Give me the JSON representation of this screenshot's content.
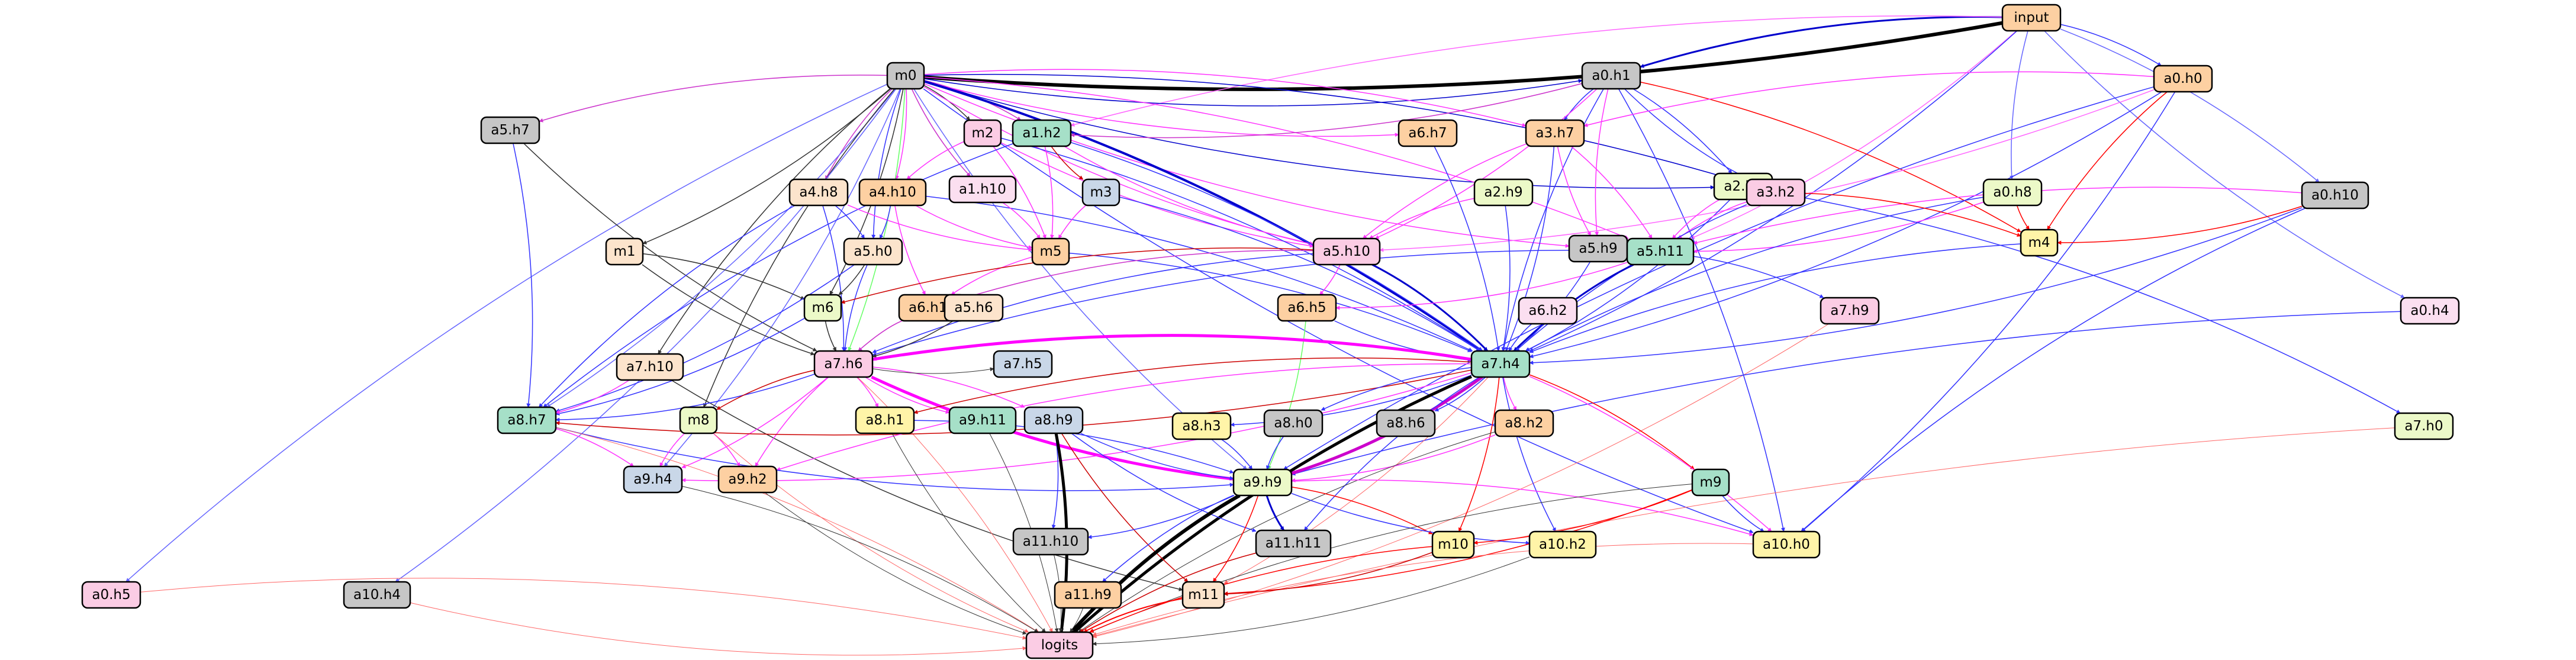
{
  "nodes": [
    {
      "id": "input",
      "label": "input",
      "fill": "#fdd0a2"
    },
    {
      "id": "m0",
      "label": "m0",
      "fill": "#c6c6c6"
    },
    {
      "id": "a0h1",
      "label": "a0.h1",
      "fill": "#c6c6c6"
    },
    {
      "id": "a0h0",
      "label": "a0.h0",
      "fill": "#fdd0a2"
    },
    {
      "id": "a5h7",
      "label": "a5.h7",
      "fill": "#c6c6c6"
    },
    {
      "id": "m2",
      "label": "m2",
      "fill": "#fbcce4"
    },
    {
      "id": "a1h2",
      "label": "a1.h2",
      "fill": "#a6e0c8"
    },
    {
      "id": "a6h7",
      "label": "a6.h7",
      "fill": "#fdd0a2"
    },
    {
      "id": "a3h7",
      "label": "a3.h7",
      "fill": "#fdd0a2"
    },
    {
      "id": "a2h8",
      "label": "a2.h8",
      "fill": "#ecf9c8"
    },
    {
      "id": "a0h8",
      "label": "a0.h8",
      "fill": "#ecf9c8"
    },
    {
      "id": "a0h10",
      "label": "a0.h10",
      "fill": "#c6c6c6"
    },
    {
      "id": "a4h8",
      "label": "a4.h8",
      "fill": "#fce4cc"
    },
    {
      "id": "a4h10",
      "label": "a4.h10",
      "fill": "#fdd0a2"
    },
    {
      "id": "a1h10",
      "label": "a1.h10",
      "fill": "#fbdff0"
    },
    {
      "id": "m3",
      "label": "m3",
      "fill": "#c9d7e8"
    },
    {
      "id": "a2h9",
      "label": "a2.h9",
      "fill": "#ecf9c8"
    },
    {
      "id": "a3h2",
      "label": "a3.h2",
      "fill": "#fbcce4"
    },
    {
      "id": "m4",
      "label": "m4",
      "fill": "#fff4a8"
    },
    {
      "id": "m1",
      "label": "m1",
      "fill": "#fce4cc"
    },
    {
      "id": "a5h0",
      "label": "a5.h0",
      "fill": "#fce4cc"
    },
    {
      "id": "m5",
      "label": "m5",
      "fill": "#fdd0a2"
    },
    {
      "id": "a5h10",
      "label": "a5.h10",
      "fill": "#fbcce4"
    },
    {
      "id": "a5h9",
      "label": "a5.h9",
      "fill": "#c6c6c6"
    },
    {
      "id": "a5h11",
      "label": "a5.h11",
      "fill": "#a6e0c8"
    },
    {
      "id": "m6",
      "label": "m6",
      "fill": "#ecf9c8"
    },
    {
      "id": "a6h10",
      "label": "a6.h10",
      "fill": "#fdd0a2"
    },
    {
      "id": "a5h6",
      "label": "a5.h6",
      "fill": "#fce4cc"
    },
    {
      "id": "a6h5",
      "label": "a6.h5",
      "fill": "#fdd0a2"
    },
    {
      "id": "a6h2",
      "label": "a6.h2",
      "fill": "#fbdff0"
    },
    {
      "id": "a7h9",
      "label": "a7.h9",
      "fill": "#fbcce4"
    },
    {
      "id": "a0h4",
      "label": "a0.h4",
      "fill": "#fbdff0"
    },
    {
      "id": "a7h10",
      "label": "a7.h10",
      "fill": "#fce4cc"
    },
    {
      "id": "a7h6",
      "label": "a7.h6",
      "fill": "#fbcce4"
    },
    {
      "id": "a7h5",
      "label": "a7.h5",
      "fill": "#c9d7e8"
    },
    {
      "id": "a7h4",
      "label": "a7.h4",
      "fill": "#a6e0c8"
    },
    {
      "id": "a7h0",
      "label": "a7.h0",
      "fill": "#ecf9c8"
    },
    {
      "id": "a8h7",
      "label": "a8.h7",
      "fill": "#a6e0c8"
    },
    {
      "id": "m8",
      "label": "m8",
      "fill": "#ecf9c8"
    },
    {
      "id": "a8h1",
      "label": "a8.h1",
      "fill": "#fff4a8"
    },
    {
      "id": "a9h11",
      "label": "a9.h11",
      "fill": "#a6e0c8"
    },
    {
      "id": "a8h9",
      "label": "a8.h9",
      "fill": "#c9d7e8"
    },
    {
      "id": "a8h3",
      "label": "a8.h3",
      "fill": "#fff4a8"
    },
    {
      "id": "a8h0",
      "label": "a8.h0",
      "fill": "#c6c6c6"
    },
    {
      "id": "a8h6",
      "label": "a8.h6",
      "fill": "#c6c6c6"
    },
    {
      "id": "a8h2",
      "label": "a8.h2",
      "fill": "#fdd0a2"
    },
    {
      "id": "a9h4",
      "label": "a9.h4",
      "fill": "#c9d7e8"
    },
    {
      "id": "a9h2",
      "label": "a9.h2",
      "fill": "#fdd0a2"
    },
    {
      "id": "a9h9",
      "label": "a9.h9",
      "fill": "#ecf9c8"
    },
    {
      "id": "m9",
      "label": "m9",
      "fill": "#a6e0c8"
    },
    {
      "id": "a11h10",
      "label": "a11.h10",
      "fill": "#c6c6c6"
    },
    {
      "id": "a11h11",
      "label": "a11.h11",
      "fill": "#c6c6c6"
    },
    {
      "id": "m10",
      "label": "m10",
      "fill": "#fff4a8"
    },
    {
      "id": "a10h2",
      "label": "a10.h2",
      "fill": "#fff4a8"
    },
    {
      "id": "a10h0",
      "label": "a10.h0",
      "fill": "#fff4a8"
    },
    {
      "id": "a0h5",
      "label": "a0.h5",
      "fill": "#fbcce4"
    },
    {
      "id": "a10h4",
      "label": "a10.h4",
      "fill": "#c6c6c6"
    },
    {
      "id": "a11h9",
      "label": "a11.h9",
      "fill": "#fdd0a2"
    },
    {
      "id": "m11",
      "label": "m11",
      "fill": "#fce4cc"
    },
    {
      "id": "logits",
      "label": "logits",
      "fill": "#fbcce4"
    }
  ],
  "edges": [
    [
      "input",
      "m0",
      "#000000",
      6
    ],
    [
      "input",
      "a0h1",
      "#0000cc",
      3
    ],
    [
      "input",
      "a0h0",
      "#3333ff",
      1.5
    ],
    [
      "input",
      "a0h8",
      "#6666ff",
      1.5
    ],
    [
      "input",
      "a0h10",
      "#6666ff",
      1.5
    ],
    [
      "input",
      "a0h4",
      "#6666ff",
      1.5
    ],
    [
      "input",
      "a5h11",
      "#ff66ff",
      1.5
    ],
    [
      "input",
      "a1h2",
      "#ff66ff",
      1.5
    ],
    [
      "input",
      "a7h4",
      "#3333ff",
      1.5
    ],
    [
      "m0",
      "a0h1",
      "#0000cc",
      1.5
    ],
    [
      "m0",
      "m2",
      "#333333",
      1.5
    ],
    [
      "m0",
      "a5h7",
      "#cc33cc",
      1.5
    ],
    [
      "m0",
      "a1h2",
      "#cc33cc",
      1.5
    ],
    [
      "m0",
      "a6h7",
      "#ff33ff",
      1.5
    ],
    [
      "m0",
      "a3h7",
      "#ff33ff",
      1.5
    ],
    [
      "m0",
      "a2h8",
      "#0000cc",
      1.5
    ],
    [
      "m0",
      "a3h2",
      "#0000cc",
      1.5
    ],
    [
      "m0",
      "a4h8",
      "#cc33cc",
      1.5
    ],
    [
      "m0",
      "a4h10",
      "#ff33ff",
      1.5
    ],
    [
      "m0",
      "a1h10",
      "#cc33cc",
      1.5
    ],
    [
      "m0",
      "m1",
      "#333333",
      1.5
    ],
    [
      "m0",
      "a5h0",
      "#3333ff",
      1.5
    ],
    [
      "m0",
      "m6",
      "#333333",
      1.5
    ],
    [
      "m0",
      "a5h9",
      "#ff33ff",
      1.5
    ],
    [
      "m0",
      "a5h11",
      "#ff33ff",
      1.5
    ],
    [
      "m0",
      "a5h10",
      "#ff33ff",
      1.5
    ],
    [
      "m0",
      "a7h4",
      "#0000cc",
      4
    ],
    [
      "m0",
      "a7h10",
      "#333333",
      1.5
    ],
    [
      "m0",
      "a8h7",
      "#6666ff",
      1.5
    ],
    [
      "m0",
      "m8",
      "#333333",
      1.5
    ],
    [
      "m0",
      "a9h4",
      "#6666ff",
      1.5
    ],
    [
      "m0",
      "a0h5",
      "#6666ff",
      1.5
    ],
    [
      "m0",
      "a10h4",
      "#6666ff",
      1.5
    ],
    [
      "m0",
      "a10h0",
      "#3333ff",
      1.5
    ],
    [
      "m0",
      "a7h6",
      "#66ff66",
      1.5
    ],
    [
      "m0",
      "a9h9",
      "#6666ff",
      1.5
    ],
    [
      "a0h1",
      "a1h2",
      "#cc33cc",
      1.5
    ],
    [
      "a0h1",
      "a3h7",
      "#3333ff",
      1.5
    ],
    [
      "a0h1",
      "a2h8",
      "#3333ff",
      1.5
    ],
    [
      "a0h1",
      "a3h2",
      "#3333ff",
      1.5
    ],
    [
      "a0h1",
      "a5h10",
      "#ff33ff",
      1.5
    ],
    [
      "a0h1",
      "a5h9",
      "#ff33ff",
      1.5
    ],
    [
      "a0h1",
      "m4",
      "#ff0000",
      1.5
    ],
    [
      "a0h1",
      "a7h4",
      "#3333ff",
      1.5
    ],
    [
      "a0h1",
      "a10h0",
      "#3333ff",
      1.5
    ],
    [
      "a0h0",
      "a3h7",
      "#ff33ff",
      1.5
    ],
    [
      "a0h0",
      "a5h10",
      "#ff66ff",
      1.5
    ],
    [
      "a0h0",
      "m4",
      "#ff0000",
      1.5
    ],
    [
      "a0h0",
      "a7h4",
      "#3333ff",
      1.5
    ],
    [
      "a0h0",
      "a9h9",
      "#3333ff",
      1.5
    ],
    [
      "a0h0",
      "a10h0",
      "#3333ff",
      1.5
    ],
    [
      "a5h7",
      "a7h6",
      "#333333",
      1.5
    ],
    [
      "a5h7",
      "a8h7",
      "#3333ff",
      1.5
    ],
    [
      "m2",
      "a4h10",
      "#ff33ff",
      1.5
    ],
    [
      "m2",
      "m5",
      "#ff33ff",
      1.5
    ],
    [
      "m2",
      "a5h10",
      "#ff33ff",
      1.5
    ],
    [
      "m2",
      "a7h4",
      "#3333ff",
      1.5
    ],
    [
      "a1h2",
      "m3",
      "#cc0000",
      1.5
    ],
    [
      "a1h2",
      "m5",
      "#ff33ff",
      1.5
    ],
    [
      "a1h2",
      "a5h10",
      "#ff33ff",
      1.5
    ],
    [
      "a1h2",
      "a7h4",
      "#3333ff",
      1.5
    ],
    [
      "a1h2",
      "a8h7",
      "#3333ff",
      1.5
    ],
    [
      "a6h7",
      "a7h4",
      "#3333ff",
      1.5
    ],
    [
      "a3h7",
      "a5h9",
      "#ff33ff",
      1.5
    ],
    [
      "a3h7",
      "a5h11",
      "#ff33ff",
      1.5
    ],
    [
      "a3h7",
      "a5h10",
      "#ff33ff",
      1.5
    ],
    [
      "a3h7",
      "a7h4",
      "#3333ff",
      1.5
    ],
    [
      "a2h8",
      "a5h11",
      "#ff33ff",
      1.5
    ],
    [
      "a2h8",
      "a7h4",
      "#3333ff",
      1.5
    ],
    [
      "a0h8",
      "m4",
      "#ff0000",
      1.5
    ],
    [
      "a0h8",
      "a5h11",
      "#ff33ff",
      1.5
    ],
    [
      "a0h8",
      "a7h4",
      "#3333ff",
      1.5
    ],
    [
      "a0h10",
      "m4",
      "#ff0000",
      1.5
    ],
    [
      "a0h10",
      "a5h11",
      "#ff33ff",
      1.5
    ],
    [
      "a0h10",
      "a7h4",
      "#3333ff",
      1.5
    ],
    [
      "a0h10",
      "a10h0",
      "#3333ff",
      1.5
    ],
    [
      "a4h8",
      "a5h0",
      "#3333ff",
      1.5
    ],
    [
      "a4h8",
      "m5",
      "#ff33ff",
      1.5
    ],
    [
      "a4h8",
      "a7h6",
      "#3333ff",
      1.5
    ],
    [
      "a4h8",
      "a8h7",
      "#3333ff",
      1.5
    ],
    [
      "a4h10",
      "a5h0",
      "#3333ff",
      1.5
    ],
    [
      "a4h10",
      "m5",
      "#ff33ff",
      1.5
    ],
    [
      "a4h10",
      "a7h4",
      "#3333ff",
      1.5
    ],
    [
      "a4h10",
      "a6h10",
      "#ff33ff",
      1.5
    ],
    [
      "a1h10",
      "m5",
      "#ff33ff",
      1.5
    ],
    [
      "m3",
      "m5",
      "#ff33ff",
      1.5
    ],
    [
      "m3",
      "a7h4",
      "#3333ff",
      1.5
    ],
    [
      "a2h9",
      "a5h10",
      "#ff33ff",
      1.5
    ],
    [
      "a2h9",
      "a7h4",
      "#3333ff",
      1.5
    ],
    [
      "a3h2",
      "a5h11",
      "#ff33ff",
      1.5
    ],
    [
      "a3h2",
      "m4",
      "#ff0000",
      1.5
    ],
    [
      "a3h2",
      "a7h4",
      "#3333ff",
      1.5
    ],
    [
      "a3h2",
      "a7h0",
      "#3333ff",
      1.5
    ],
    [
      "m4",
      "a7h4",
      "#3333ff",
      1.5
    ],
    [
      "m1",
      "m6",
      "#333333",
      1.5
    ],
    [
      "m1",
      "a7h6",
      "#333333",
      1.5
    ],
    [
      "a5h0",
      "m6",
      "#333333",
      1.5
    ],
    [
      "a5h0",
      "a7h6",
      "#3333ff",
      1.5
    ],
    [
      "a5h0",
      "a8h7",
      "#3333ff",
      1.5
    ],
    [
      "m5",
      "a6h10",
      "#ff33ff",
      1.5
    ],
    [
      "m5",
      "a7h4",
      "#3333ff",
      1.5
    ],
    [
      "a5h10",
      "a6h10",
      "#cc33cc",
      1.5
    ],
    [
      "a5h10",
      "a6h5",
      "#ff33ff",
      1.5
    ],
    [
      "a5h10",
      "m6",
      "#cc0000",
      1.5
    ],
    [
      "a5h10",
      "a7h4",
      "#0000cc",
      3
    ],
    [
      "a5h10",
      "a7h6",
      "#3333ff",
      1.5
    ],
    [
      "a5h11",
      "a6h5",
      "#ff33ff",
      1.5
    ],
    [
      "a5h11",
      "a7h4",
      "#0000cc",
      3
    ],
    [
      "a5h11",
      "a7h9",
      "#3333ff",
      1.5
    ],
    [
      "a5h11",
      "a7h6",
      "#3333ff",
      1.5
    ],
    [
      "a5h9",
      "a7h4",
      "#3333ff",
      1.5
    ],
    [
      "m6",
      "a7h6",
      "#333333",
      1.5
    ],
    [
      "m6",
      "a8h7",
      "#3333ff",
      1.5
    ],
    [
      "a6h10",
      "a7h6",
      "#cc33cc",
      1.5
    ],
    [
      "a5h6",
      "a7h6",
      "#333333",
      1.5
    ],
    [
      "a6h5",
      "a7h4",
      "#3333ff",
      1.5
    ],
    [
      "a6h5",
      "a9h9",
      "#66ff66",
      1.5
    ],
    [
      "a6h2",
      "a7h4",
      "#3333ff",
      1.5
    ],
    [
      "a7h9",
      "logits",
      "#ff6666",
      1
    ],
    [
      "a0h4",
      "a9h9",
      "#3333ff",
      1.5
    ],
    [
      "a7h10",
      "a8h7",
      "#ff33ff",
      1.5
    ],
    [
      "a7h10",
      "m11",
      "#333333",
      1.5
    ],
    [
      "a7h6",
      "a8h7",
      "#3333ff",
      1.5
    ],
    [
      "a7h6",
      "m8",
      "#cc0000",
      1.5
    ],
    [
      "a7h6",
      "a8h1",
      "#ff33ff",
      1.5
    ],
    [
      "a7h6",
      "a9h11",
      "#ff33ff",
      1.5
    ],
    [
      "a7h6",
      "a8h9",
      "#ff33ff",
      1.5
    ],
    [
      "a7h6",
      "a9h9",
      "#ff00ff",
      5
    ],
    [
      "a7h6",
      "a9h4",
      "#ff33ff",
      1.5
    ],
    [
      "a7h6",
      "a9h2",
      "#ff33ff",
      1.5
    ],
    [
      "a7h6",
      "logits",
      "#ff6666",
      1
    ],
    [
      "a7h6",
      "a7h5",
      "#333333",
      1
    ],
    [
      "a7h4",
      "a8h7",
      "#cc0000",
      1.5
    ],
    [
      "a7h4",
      "a8h1",
      "#cc0000",
      1.5
    ],
    [
      "a7h4",
      "a8h3",
      "#3333ff",
      1.5
    ],
    [
      "a7h4",
      "a8h0",
      "#3333ff",
      1.5
    ],
    [
      "a7h4",
      "a8h6",
      "#3333ff",
      1.5
    ],
    [
      "a7h4",
      "a8h2",
      "#ff33ff",
      1.5
    ],
    [
      "a7h4",
      "a9h9",
      "#cc00cc",
      5
    ],
    [
      "a7h4",
      "a11h11",
      "#3333ff",
      1.5
    ],
    [
      "a7h4",
      "m9",
      "#ff0000",
      1.5
    ],
    [
      "a7h4",
      "a10h2",
      "#3333ff",
      1.5
    ],
    [
      "a7h4",
      "a10h0",
      "#ff33ff",
      1.5
    ],
    [
      "a7h4",
      "logits",
      "#000000",
      5
    ],
    [
      "a7h4",
      "m10",
      "#ff0000",
      1.5
    ],
    [
      "a7h4",
      "a9h2",
      "#ff33ff",
      1.5
    ],
    [
      "a7h4",
      "a9h4",
      "#ff33ff",
      1.5
    ],
    [
      "a7h4",
      "a7h6",
      "#ff00ff",
      5
    ],
    [
      "a7h4",
      "m11",
      "#ff6666",
      1
    ],
    [
      "a7h0",
      "logits",
      "#ff6666",
      1
    ],
    [
      "a8h7",
      "a9h4",
      "#ff33ff",
      1.5
    ],
    [
      "a8h7",
      "a9h9",
      "#3333ff",
      1.5
    ],
    [
      "a8h7",
      "logits",
      "#ff6666",
      1
    ],
    [
      "m8",
      "a9h4",
      "#ff33ff",
      1.5
    ],
    [
      "m8",
      "a9h2",
      "#ff33ff",
      1.5
    ],
    [
      "m8",
      "logits",
      "#ff6666",
      1
    ],
    [
      "a8h1",
      "a9h9",
      "#3333ff",
      1.5
    ],
    [
      "a8h1",
      "logits",
      "#333333",
      1
    ],
    [
      "a9h11",
      "logits",
      "#333333",
      1
    ],
    [
      "a8h9",
      "a9h9",
      "#3333ff",
      1.5
    ],
    [
      "a8h9",
      "a11h10",
      "#3333ff",
      1.5
    ],
    [
      "a8h9",
      "m11",
      "#cc0000",
      1.5
    ],
    [
      "a8h9",
      "logits",
      "#000000",
      5
    ],
    [
      "a8h9",
      "a11h11",
      "#3333ff",
      1.5
    ],
    [
      "a8h3",
      "a9h9",
      "#3333ff",
      1.5
    ],
    [
      "a8h0",
      "a9h9",
      "#3333ff",
      1.5
    ],
    [
      "a8h2",
      "a9h9",
      "#ff33ff",
      1.5
    ],
    [
      "a8h2",
      "logits",
      "#333333",
      1
    ],
    [
      "a9h4",
      "logits",
      "#333333",
      1
    ],
    [
      "a9h2",
      "logits",
      "#333333",
      1
    ],
    [
      "a9h9",
      "a11h10",
      "#3333ff",
      1.5
    ],
    [
      "a9h9",
      "a11h11",
      "#0000cc",
      3
    ],
    [
      "a9h9",
      "m10",
      "#ff0000",
      1.5
    ],
    [
      "a9h9",
      "a10h2",
      "#3333ff",
      1.5
    ],
    [
      "a9h9",
      "a10h0",
      "#ff33ff",
      1.5
    ],
    [
      "a9h9",
      "a11h9",
      "#3333ff",
      1.5
    ],
    [
      "a9h9",
      "m11",
      "#ff0000",
      1.5
    ],
    [
      "a9h9",
      "logits",
      "#000000",
      6
    ],
    [
      "m9",
      "m10",
      "#ff0000",
      1.5
    ],
    [
      "m9",
      "a10h0",
      "#3333ff",
      1.5
    ],
    [
      "m9",
      "m11",
      "#ff0000",
      1.5
    ],
    [
      "m9",
      "logits",
      "#333333",
      1
    ],
    [
      "a11h10",
      "logits",
      "#333333",
      1
    ],
    [
      "a11h11",
      "logits",
      "#cc0000",
      1.5
    ],
    [
      "m10",
      "m11",
      "#cc0000",
      1.5
    ],
    [
      "m10",
      "logits",
      "#ff0000",
      1.5
    ],
    [
      "a10h2",
      "logits",
      "#333333",
      1
    ],
    [
      "a10h0",
      "logits",
      "#ff6666",
      1
    ],
    [
      "a0h5",
      "logits",
      "#ff6666",
      1
    ],
    [
      "a10h4",
      "logits",
      "#ff6666",
      1
    ],
    [
      "a11h9",
      "logits",
      "#333333",
      1
    ],
    [
      "m11",
      "logits",
      "#ff0000",
      2
    ]
  ]
}
